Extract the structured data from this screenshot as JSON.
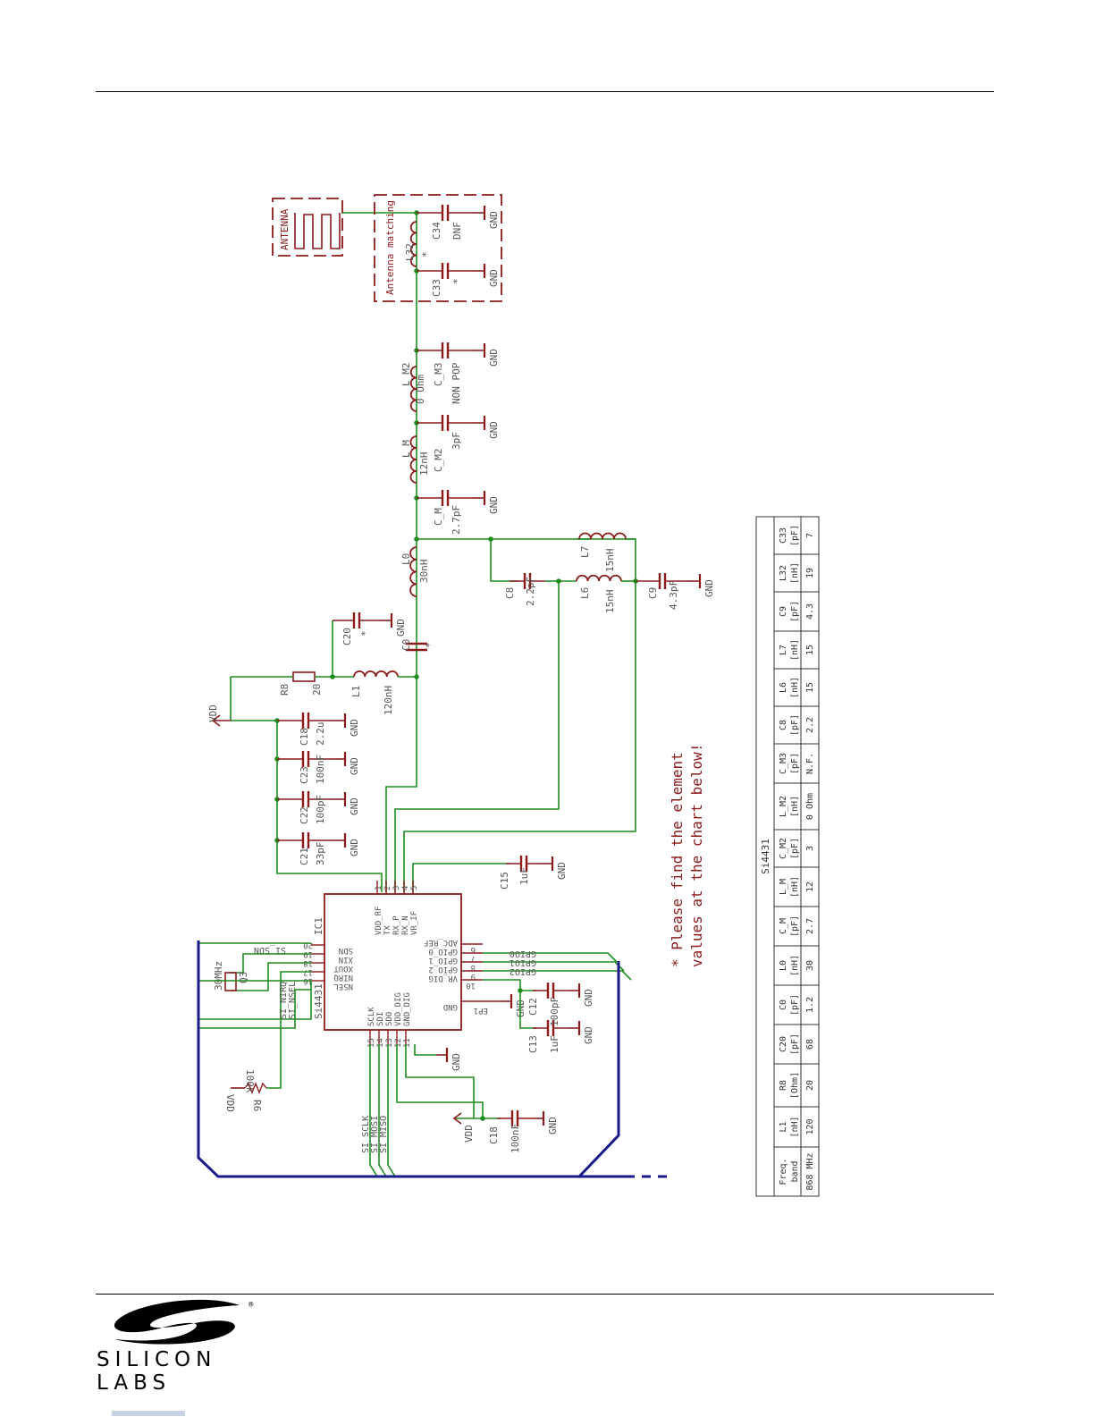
{
  "brand": {
    "name": "SILICON LABS",
    "registered": "®"
  },
  "antenna_label": "ANTENNA",
  "matching_label": "Antenna matching",
  "ground": "GND",
  "supply": "VDD",
  "ic": {
    "ref": "IC1",
    "part": "Si4431",
    "left_pins": [
      {
        "num": "20",
        "name": "SDN",
        "net": "SI_SDN"
      },
      {
        "num": "19",
        "name": "XIN",
        "net": ""
      },
      {
        "num": "18",
        "name": "XOUT",
        "net": ""
      },
      {
        "num": "17",
        "name": "NIRQ",
        "net": "SI_NIRQ"
      },
      {
        "num": "16",
        "name": "NSEL",
        "net": "SI_NSEL"
      }
    ],
    "top_pins": [
      {
        "num": "1",
        "name": "VDD_RF"
      },
      {
        "num": "2",
        "name": "TX"
      },
      {
        "num": "3",
        "name": "RX_P"
      },
      {
        "num": "4",
        "name": "RX_N"
      },
      {
        "num": "5",
        "name": "VR_IF"
      }
    ],
    "bottom_pins": [
      {
        "num": "15",
        "name": "SCLK",
        "net": "SI_SCLK"
      },
      {
        "num": "14",
        "name": "SDI",
        "net": "SI_MOSI"
      },
      {
        "num": "13",
        "name": "SDO",
        "net": "SI_MISO"
      },
      {
        "num": "12",
        "name": "VDD_DIG"
      },
      {
        "num": "11",
        "name": "GND_DIG"
      }
    ],
    "right_pins": [
      {
        "num": "6",
        "name": "ADC_REF",
        "net": ""
      },
      {
        "num": "7",
        "name": "GPIO_0",
        "net": "GPIO0"
      },
      {
        "num": "8",
        "name": "GPIO_1",
        "net": "GPIO1"
      },
      {
        "num": "9",
        "name": "GPIO_2",
        "net": "GPIO2"
      },
      {
        "num": "10",
        "name": "VR_DIG",
        "net": ""
      }
    ],
    "ep": "EP1",
    "ep_name": "GND"
  },
  "components": {
    "crystal": {
      "ref": "Q3",
      "value": "30MHz"
    },
    "r6": {
      "ref": "R6",
      "value": "100k"
    },
    "r8": {
      "ref": "R8",
      "value": "20"
    },
    "l1": {
      "ref": "L1",
      "value": "120nH"
    },
    "c20": {
      "ref": "C20",
      "value": "*"
    },
    "c0": {
      "ref": "C0",
      "value": "*"
    },
    "l0": {
      "ref": "L0",
      "value": "30nH"
    },
    "c8": {
      "ref": "C8",
      "value": "2.2pF"
    },
    "l6": {
      "ref": "L6",
      "value": "15nH"
    },
    "l7": {
      "ref": "L7",
      "value": "15nH"
    },
    "c9": {
      "ref": "C9",
      "value": "4.3pF"
    },
    "cm": {
      "ref": "C_M",
      "value": "2.7pF"
    },
    "lm": {
      "ref": "L_M",
      "value": "12nH"
    },
    "cm2": {
      "ref": "C_M2",
      "value": "3pF"
    },
    "lm2": {
      "ref": "L_M2",
      "value": "0 Ohm"
    },
    "cm3": {
      "ref": "C_M3",
      "value": "NON POP"
    },
    "c33": {
      "ref": "C33",
      "value": "*"
    },
    "l32": {
      "ref": "L32",
      "value": "*"
    },
    "c34": {
      "ref": "C34",
      "value": "DNF"
    },
    "c18a": {
      "ref": "C18",
      "value": "2.2u"
    },
    "c23": {
      "ref": "C23",
      "value": "100nF"
    },
    "c22": {
      "ref": "C22",
      "value": "100pF"
    },
    "c21": {
      "ref": "C21",
      "value": "33pF"
    },
    "c15": {
      "ref": "C15",
      "value": "1uF"
    },
    "c12": {
      "ref": "C12",
      "value": "100pF"
    },
    "c13": {
      "ref": "C13",
      "value": "1uF"
    },
    "c18b": {
      "ref": "C18",
      "value": "100nF"
    }
  },
  "note": {
    "line1": "* Please find the element",
    "line2": "values at the chart below!"
  },
  "table": {
    "title": "Si4431",
    "header": [
      [
        "Freq.",
        "band"
      ],
      [
        "L1",
        "[nH]"
      ],
      [
        "R8",
        "[Ohm]"
      ],
      [
        "C20",
        "[pF]"
      ],
      [
        "C0",
        "[pF]"
      ],
      [
        "L0",
        "[nH]"
      ],
      [
        "C_M",
        "[pF]"
      ],
      [
        "L_M",
        "[nH]"
      ],
      [
        "C_M2",
        "[pF]"
      ],
      [
        "L_M2",
        "[nH]"
      ],
      [
        "C_M3",
        "[pF]"
      ],
      [
        "C8",
        "[pF]"
      ],
      [
        "L6",
        "[nH]"
      ],
      [
        "L7",
        "[nH]"
      ],
      [
        "C9",
        "[pF]"
      ],
      [
        "L32",
        "[nH]"
      ],
      [
        "C33",
        "[pF]"
      ]
    ],
    "row": [
      "868 MHz",
      "120",
      "20",
      "68",
      "1.2",
      "30",
      "2.7",
      "12",
      "3",
      "0 Ohm",
      "N.F.",
      "2.2",
      "15",
      "15",
      "4.3",
      "19",
      "7"
    ]
  }
}
